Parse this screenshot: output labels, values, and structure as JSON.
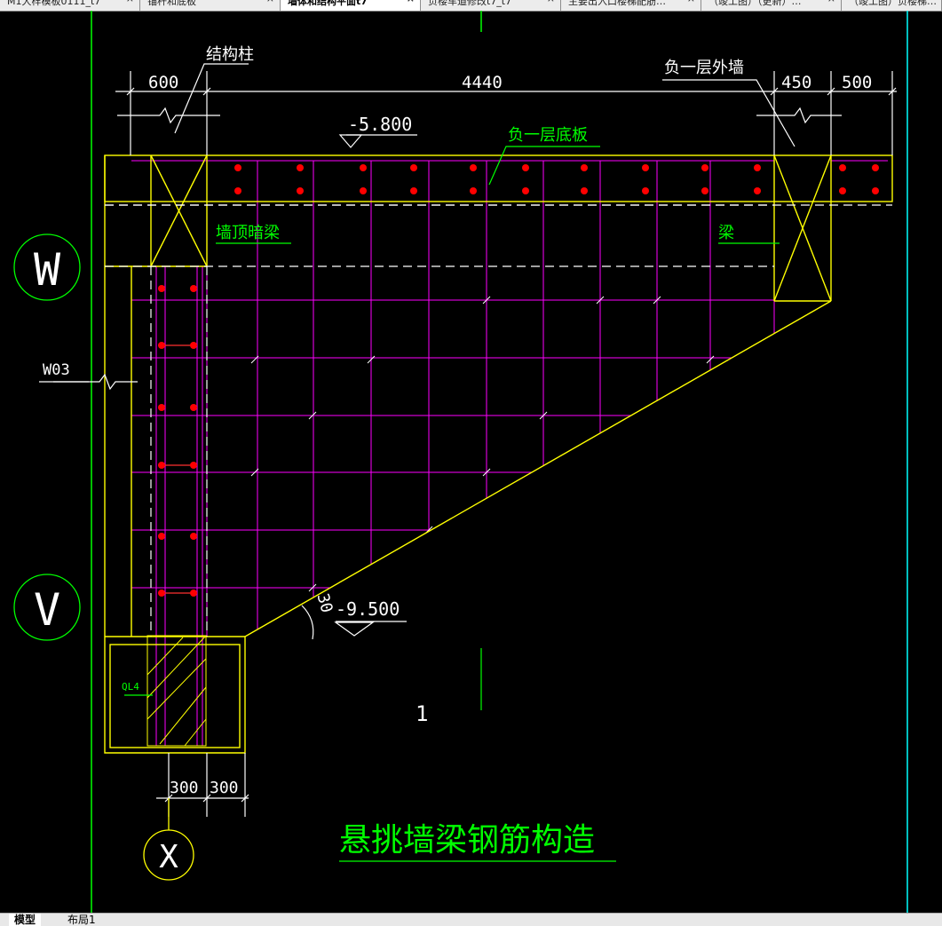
{
  "tabs": [
    {
      "label": "M1大样模板0111_t7",
      "active": false
    },
    {
      "label": "锚杆和底板",
      "active": false
    },
    {
      "label": "墙体和结构平面t7",
      "active": true
    },
    {
      "label": "负楼车道修改t7_t7",
      "active": false
    },
    {
      "label": "主要出入口楼梯配筋…",
      "active": false
    },
    {
      "label": "（竣工图）（更新）…",
      "active": false
    },
    {
      "label": "（竣工图）负楼梯…",
      "active": false
    }
  ],
  "close_glyph": "×",
  "layout_tabs": [
    {
      "label": "模型",
      "active": true
    },
    {
      "label": "布局1",
      "active": false
    }
  ],
  "drawing": {
    "labels": {
      "structural_column": "结构柱",
      "basement_exterior_wall": "负一层外墙",
      "basement_floor_slab": "负一层底板",
      "wall_top_hidden_beam": "墙顶暗梁",
      "beam": "梁",
      "wall_tag": "W03",
      "ql_tag": "QL4",
      "detail_number": "1",
      "title": "悬挑墙梁钢筋构造"
    },
    "dimensions": [
      "600",
      "4440",
      "450",
      "500",
      "300",
      "300"
    ],
    "elevations": {
      "top": "-5.800",
      "bottom": "-9.500"
    },
    "angle": "30",
    "grid_axes": [
      "W",
      "V",
      "X"
    ]
  },
  "colors": {
    "background": "#000000",
    "dimension": "#ffffff",
    "outline": "#ffff00",
    "rebar": "#ff00ff",
    "text_green": "#00ff00",
    "bar_dot": "#ff0000",
    "axis_line": "#00ffff"
  }
}
